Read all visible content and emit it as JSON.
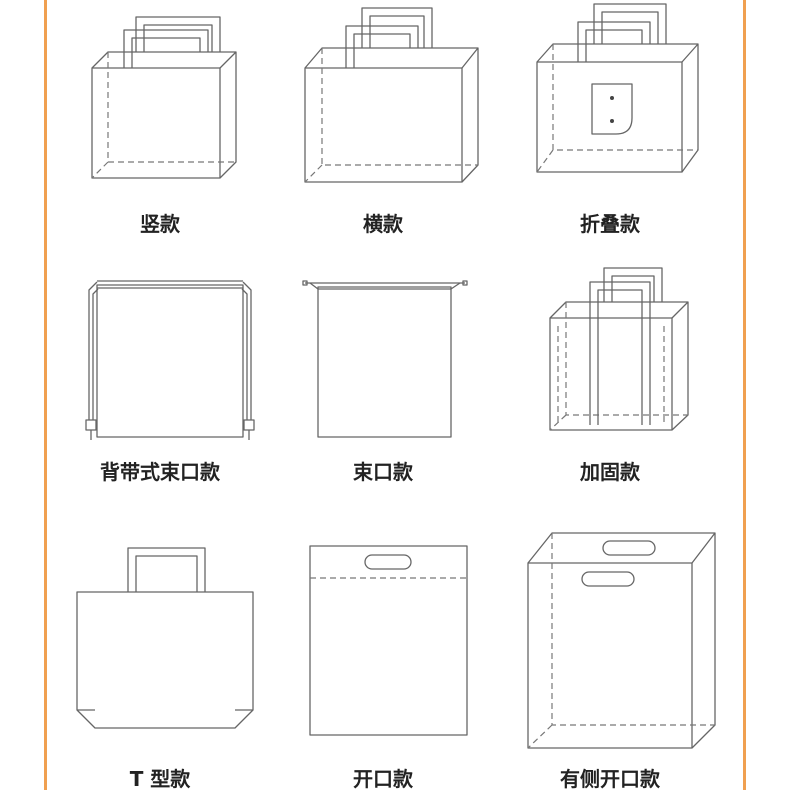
{
  "colors": {
    "accent": "#f0a050",
    "line": "#666666"
  },
  "styles": [
    {
      "label": "竖款",
      "drawing": "vertical-bag"
    },
    {
      "label": "横款",
      "drawing": "horizontal-bag"
    },
    {
      "label": "折叠款",
      "drawing": "folding-bag"
    },
    {
      "label": "背带式束口款",
      "drawing": "drawstring-backpack"
    },
    {
      "label": "束口款",
      "drawing": "drawstring-bag"
    },
    {
      "label": "加固款",
      "drawing": "reinforced-bag"
    },
    {
      "label": "T 型款",
      "drawing": "t-shirt-bag"
    },
    {
      "label": "开口款",
      "drawing": "die-cut-flat-bag"
    },
    {
      "label": "有侧开口款",
      "drawing": "die-cut-gusset-bag"
    }
  ]
}
